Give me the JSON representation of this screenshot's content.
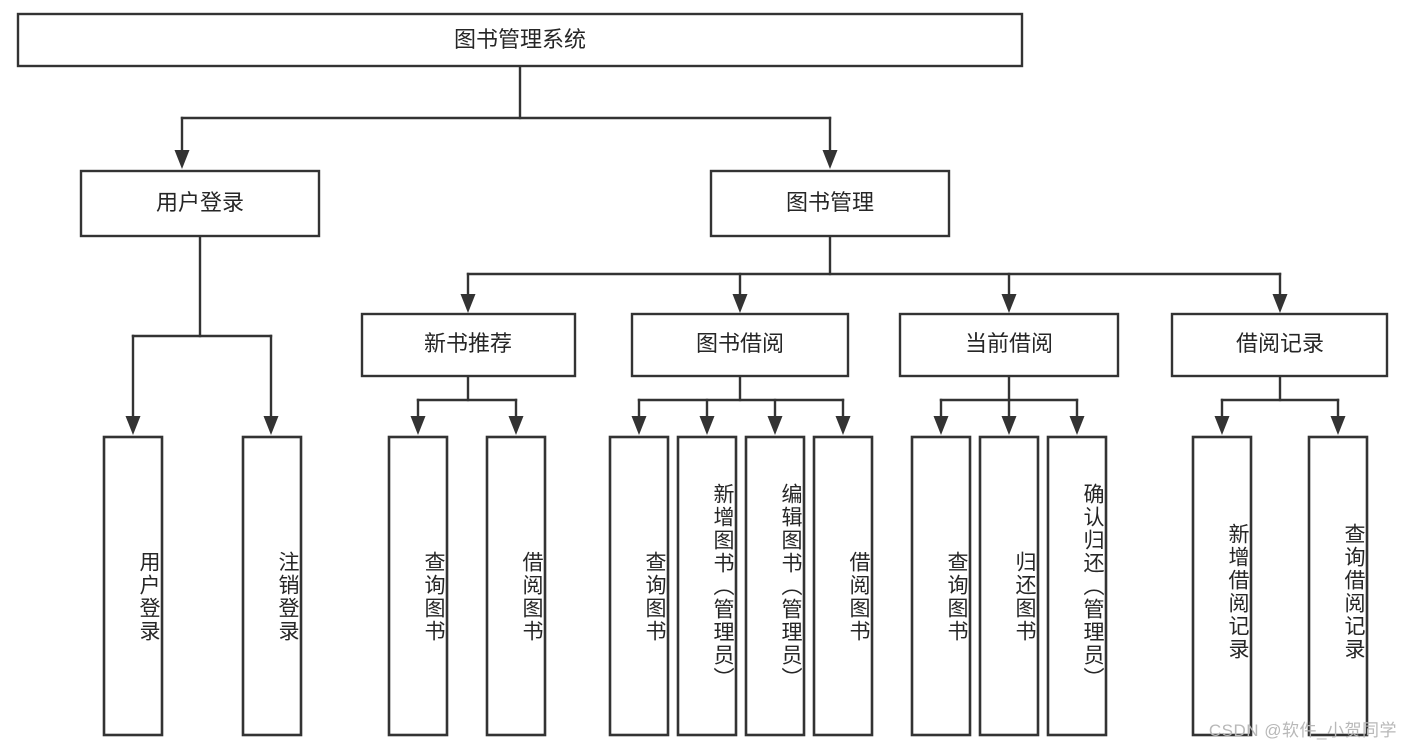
{
  "diagram": {
    "title": "图书管理系统",
    "type": "tree",
    "watermark": "CSDN @软件_小贺同学",
    "colors": {
      "stroke": "#333333",
      "box_fill": "#ffffff",
      "text": "#262626",
      "watermark": "#b8b8b8",
      "background": "#ffffff"
    },
    "root": {
      "label": "图书管理系统"
    },
    "level2": [
      {
        "label": "用户登录"
      },
      {
        "label": "图书管理"
      }
    ],
    "level3": [
      {
        "label": "新书推荐"
      },
      {
        "label": "图书借阅"
      },
      {
        "label": "当前借阅"
      },
      {
        "label": "借阅记录"
      }
    ],
    "leaves": {
      "user_login": [
        {
          "label": "用户登录"
        },
        {
          "label": "注销登录"
        }
      ],
      "new_book_recommend": [
        {
          "label": "查询图书"
        },
        {
          "label": "借阅图书"
        }
      ],
      "book_borrow": [
        {
          "label": "查询图书"
        },
        {
          "label": "新增图书（管理员）"
        },
        {
          "label": "编辑图书（管理员）"
        },
        {
          "label": "借阅图书"
        }
      ],
      "current_borrow": [
        {
          "label": "查询图书"
        },
        {
          "label": "归还图书"
        },
        {
          "label": "确认归还（管理员）"
        }
      ],
      "borrow_record": [
        {
          "label": "新增借阅记录"
        },
        {
          "label": "查询借阅记录"
        }
      ]
    }
  }
}
